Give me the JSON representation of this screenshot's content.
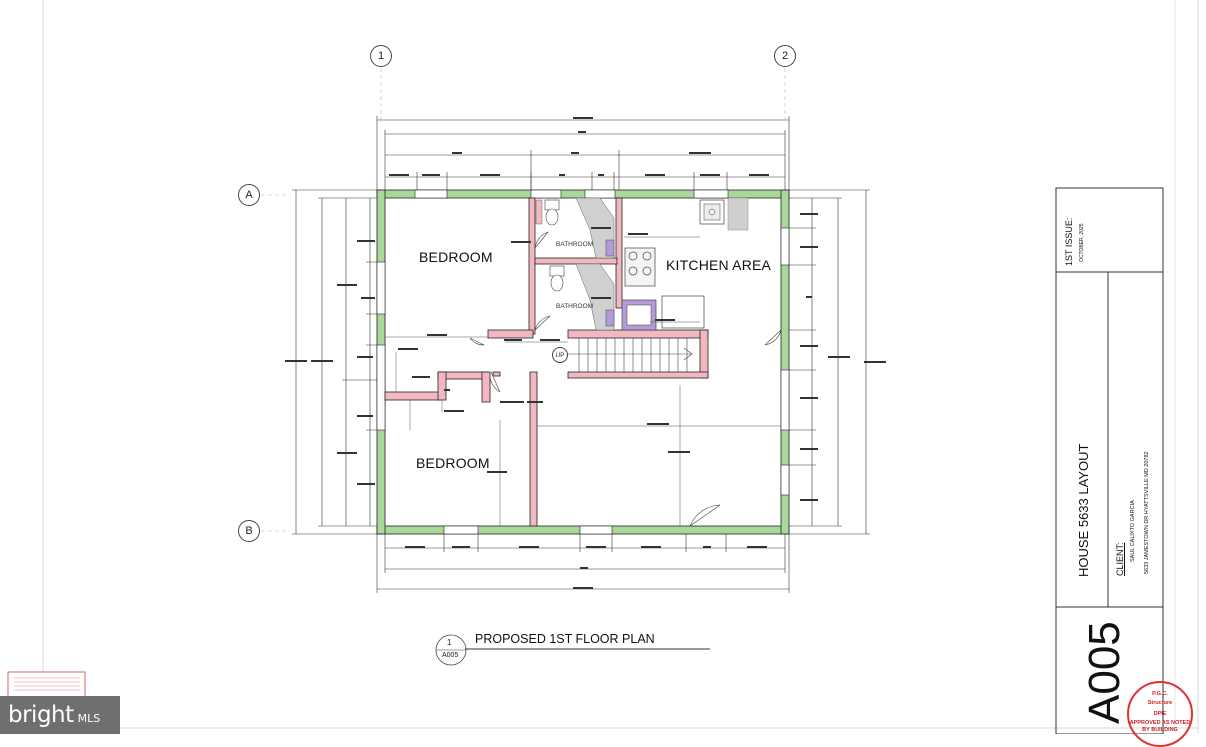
{
  "grid": {
    "columns": [
      "1",
      "2"
    ],
    "rows": [
      "A",
      "B"
    ]
  },
  "rooms": {
    "bedroom_top": "BEDROOM",
    "bedroom_bottom": "BEDROOM",
    "kitchen": "KITCHEN AREA",
    "bathroom_1": "BATHROOM",
    "bathroom_2": "BATHROOM",
    "stair_up": "UP"
  },
  "drawing_title": {
    "number": "1",
    "sheet_ref": "A005",
    "label": "PROPOSED 1ST FLOOR PLAN"
  },
  "title_block": {
    "issue_label": "1ST ISSUE:",
    "issue_date": "OCTOBER, 2025",
    "project_title": "HOUSE 5633 LAYOUT",
    "client_label": "CLIENT:",
    "client_name": "SAUL CALIXTO GARCIA",
    "client_address": "5633 JAMESTOWN DR HYATTSVILLE MD 20782",
    "sheet_number": "A005"
  },
  "stamp": {
    "line1": "P.G.C.",
    "line2": "Structure",
    "line3": "DPIE",
    "line4": "APPROVED AS NOTED",
    "line5": "BY BUILDING"
  },
  "watermark": {
    "brand": "bright",
    "suffix": "MLS"
  },
  "colors": {
    "exterior_wall": "#a8d89a",
    "interior_wall": "#f2b8c2",
    "wall_outline": "#222222",
    "appliance": "#b59ad8",
    "fixture": "#cfcfcf"
  }
}
